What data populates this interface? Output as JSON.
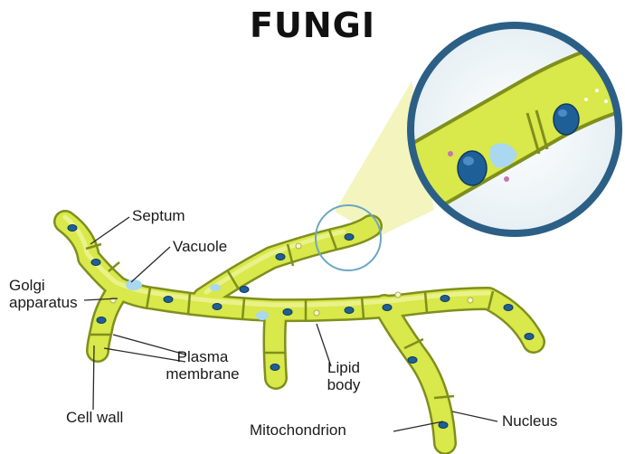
{
  "title": "FUNGI",
  "labels": {
    "septum": "Septum",
    "vacuole": "Vacuole",
    "golgi_line1": "Golgi",
    "golgi_line2": "apparatus",
    "plasma_line1": "Plasma",
    "plasma_line2": "membrane",
    "lipid_line1": "Lipid",
    "lipid_line2": "body",
    "cell_wall": "Cell wall",
    "mitochondrion": "Mitochondrion",
    "nucleus": "Nucleus"
  },
  "colors": {
    "hypha_fill": "#d9e84a",
    "hypha_outline": "#7f8f1c",
    "nucleus": "#1f5f98",
    "vacuole": "#a9d8f0",
    "zoom_ring": "#2b5f86",
    "zoom_beam": "#f3f4b8"
  }
}
